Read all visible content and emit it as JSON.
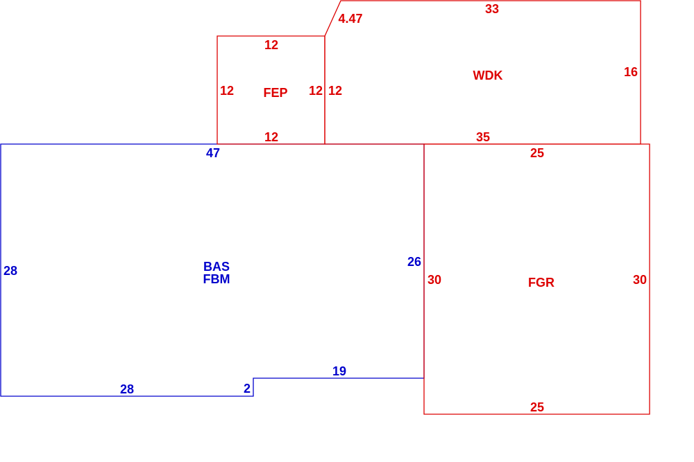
{
  "colors": {
    "main": "#0000cc",
    "addition": "#dd0000",
    "background": "#ffffff"
  },
  "areas": {
    "main": {
      "code_1": "BAS",
      "code_2": "FBM",
      "dims": {
        "top": "47",
        "left": "28",
        "right": "26",
        "bottom_left": "28",
        "step": "2",
        "bottom_right": "19"
      }
    },
    "porch": {
      "code": "FEP",
      "dims": {
        "top": "12",
        "left": "12",
        "right": "12",
        "bottom": "12"
      }
    },
    "deck": {
      "code": "WDK",
      "dims": {
        "angle": "4.47",
        "top": "33",
        "left": "12",
        "right": "16",
        "bottom": "35"
      }
    },
    "garage": {
      "code": "FGR",
      "dims": {
        "top": "25",
        "left": "30",
        "right": "30",
        "bottom": "25"
      }
    }
  }
}
